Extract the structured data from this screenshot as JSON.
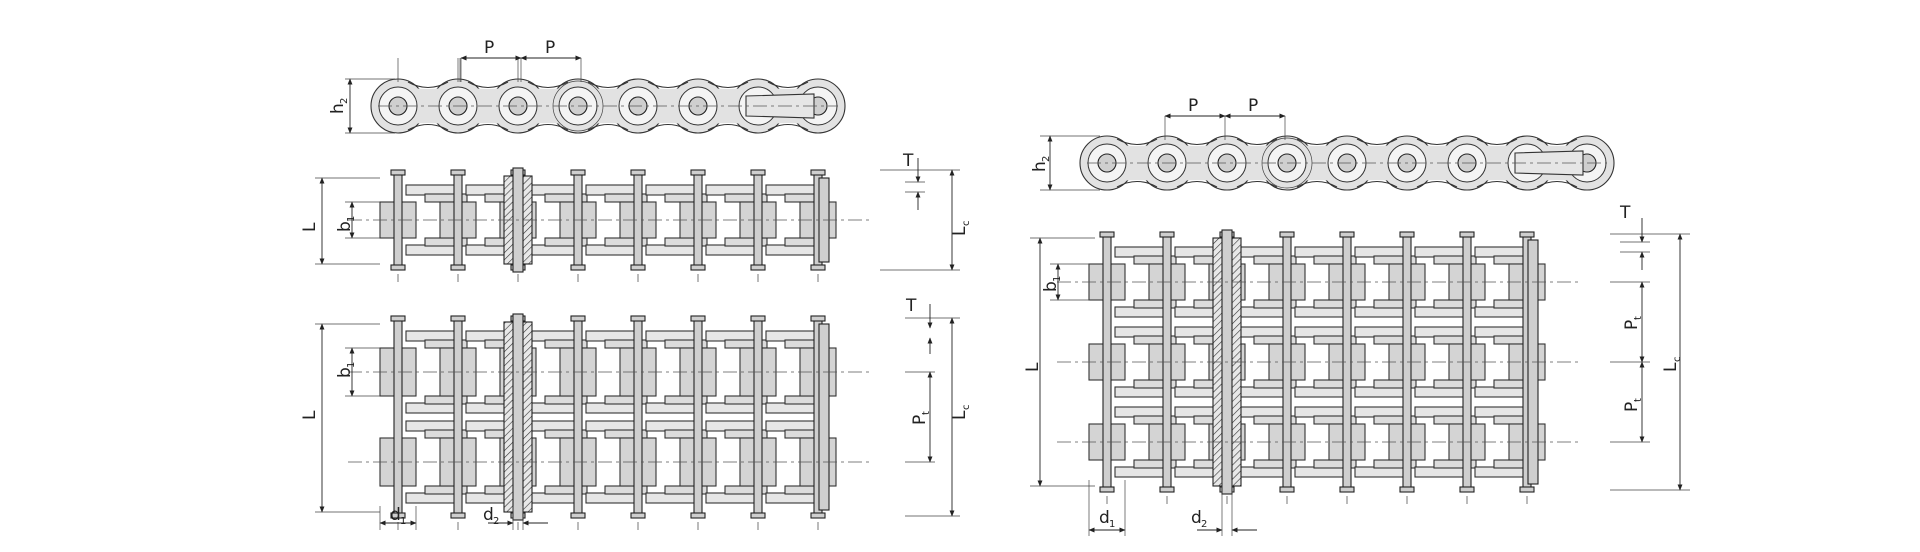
{
  "labels": {
    "pitch": "P",
    "plate_height": "h",
    "plate_height_sub": "2",
    "plate_thickness": "T",
    "overall_length": "L",
    "overall_length_connect": "L",
    "overall_length_connect_sub": "c",
    "inner_width": "b",
    "inner_width_sub": "1",
    "transverse_pitch": "P",
    "transverse_pitch_sub": "t",
    "roller_diameter": "d",
    "roller_diameter_sub": "1",
    "pin_diameter": "d",
    "pin_diameter_sub": "2"
  },
  "colors": {
    "line": "#333333",
    "fill": "#dcdcdc",
    "background": "#ffffff"
  }
}
